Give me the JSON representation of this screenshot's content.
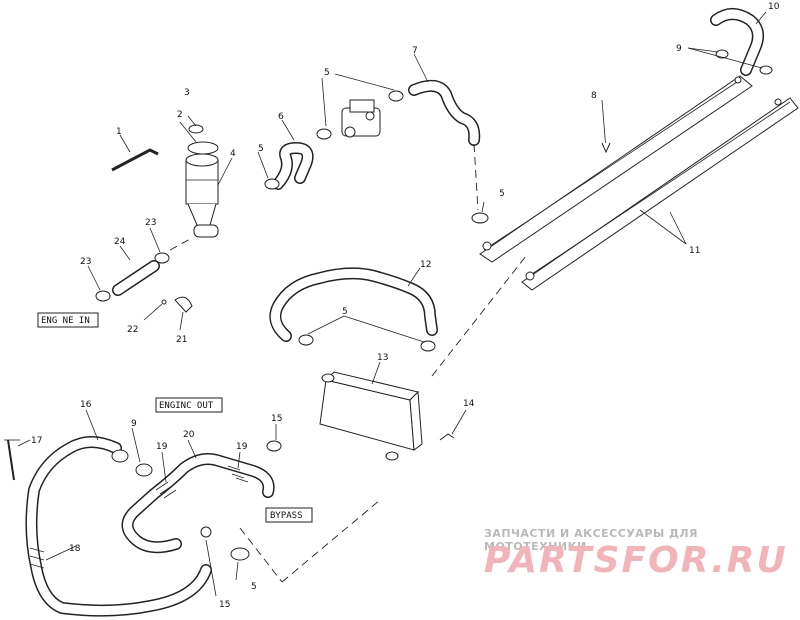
{
  "labels": {
    "engine_in": "ENG NE IN",
    "engine_out": "ENGINC OUT",
    "bypass": "BYPASS"
  },
  "part_numbers": [
    "1",
    "2",
    "3",
    "4",
    "5",
    "5",
    "5",
    "5",
    "6",
    "7",
    "8",
    "9",
    "10",
    "11",
    "12",
    "13",
    "14",
    "15",
    "15",
    "16",
    "17",
    "18",
    "19",
    "19",
    "20",
    "21",
    "22",
    "23",
    "23",
    "24",
    "5",
    "9"
  ],
  "watermark": {
    "line1": "ЗАПЧАСТИ И АКСЕССУАРЫ ДЛЯ МОТОТЕХНИКИ",
    "line2": "PARTSFOR.RU"
  }
}
